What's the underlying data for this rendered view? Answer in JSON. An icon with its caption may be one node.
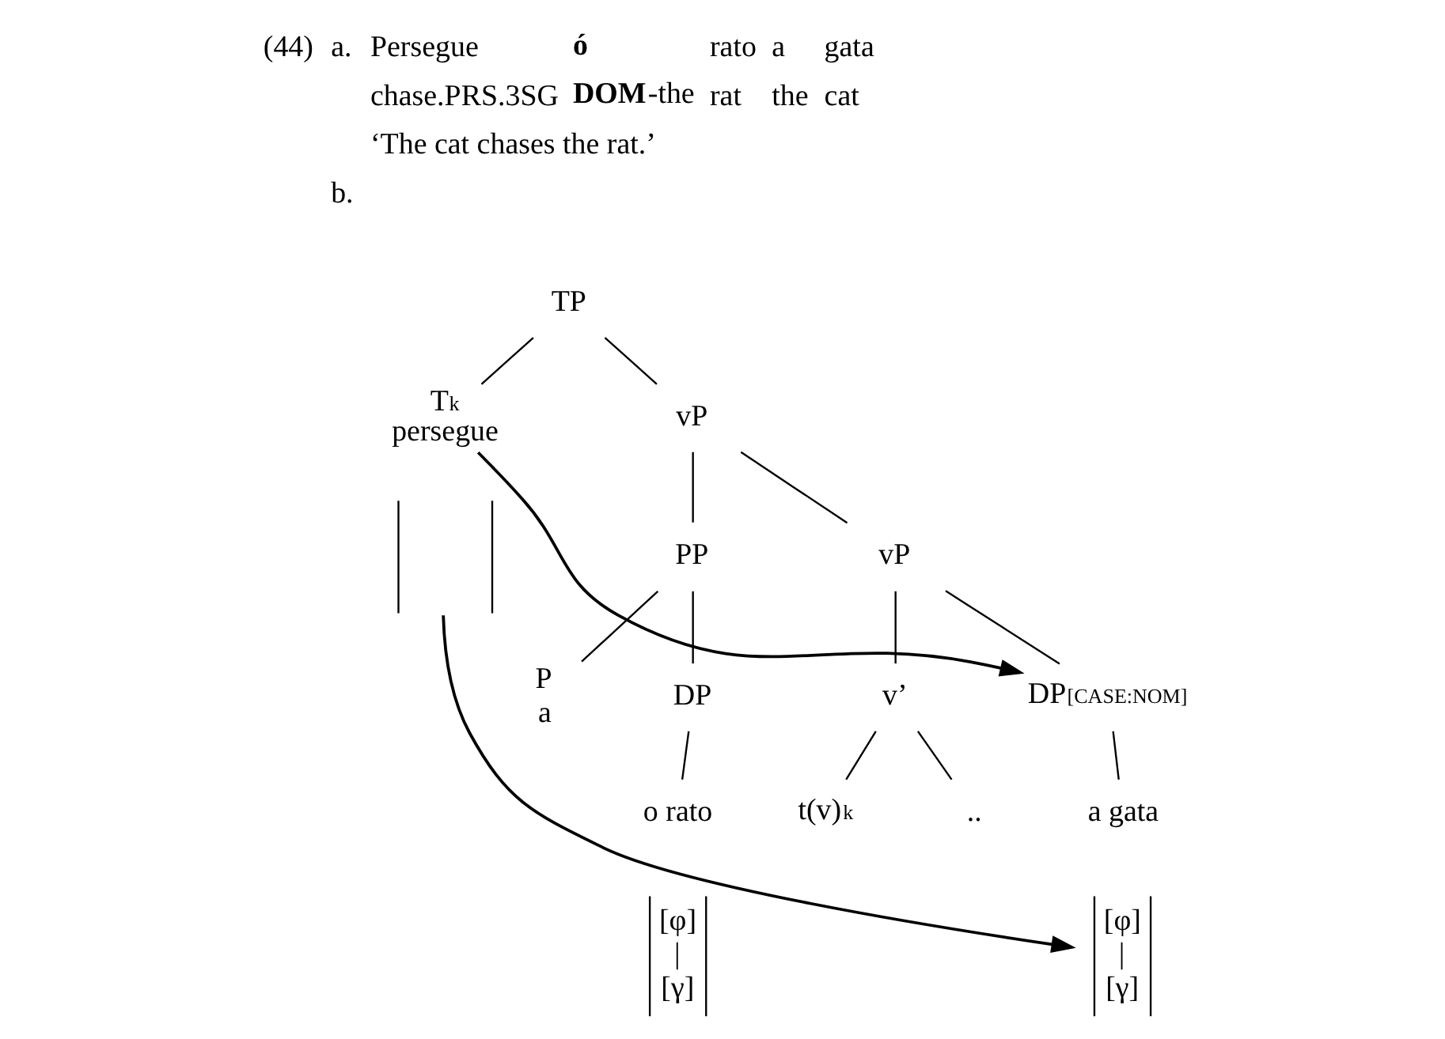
{
  "diagram": {
    "nodes": [
      {
        "text": [
          "TP"
        ]
      },
      {
        "text": [
          "T$_{k}$",
          "persegue"
        ]
      },
      {
        "text": [],
        "shape": "box"
      },
      {
        "text": [
          "vP"
        ]
      },
      {
        "text": [
          "PP"
        ]
      },
      {
        "text": [
          "vP"
        ]
      },
      {
        "text": [
          "P",
          "a"
        ]
      },
      {
        "text": [
          "DP"
        ]
      },
      {
        "text": [
          "DP$_{[CASE:NOM]}$"
        ]
      },
      {
        "text": [
          "v’"
        ]
      },
      {
        "text": [
          "o rato"
        ]
      },
      {
        "text": [
          "[φ]",
          "|",
          "[γ]"
        ]
      },
      {
        "text": [
          "a gata"
        ]
      },
      {
        "text": [
          "[φ]",
          "|",
          "[γ]"
        ]
      },
      {
        "text": [
          "t(v)$_{k}$"
        ]
      },
      {
        "text": [
          ".."
        ]
      }
    ],
    "edges": [
      {
        "from": 0,
        "to": 1,
        "arrow": "none"
      },
      {
        "from": 0,
        "to": 3,
        "arrow": "none"
      },
      {
        "from": 3,
        "to": 4,
        "arrow": "none"
      },
      {
        "from": 3,
        "to": 5,
        "arrow": "none"
      },
      {
        "from": 4,
        "to": 6,
        "arrow": "none"
      },
      {
        "from": 4,
        "to": 7,
        "arrow": "none"
      },
      {
        "from": 5,
        "to": 8,
        "arrow": "none"
      },
      {
        "from": 5,
        "to": 9,
        "arrow": "none"
      },
      {
        "from": 7,
        "to": 10,
        "arrow": "none"
      },
      {
        "from": 8,
        "to": 12,
        "arrow": "none"
      },
      {
        "from": 9,
        "to": 14,
        "arrow": "none"
      },
      {
        "from": 9,
        "to": 15,
        "arrow": "none"
      },
      {
        "from": 1,
        "to": 8,
        "arrow": "to"
      },
      {
        "from": 2,
        "to": 13,
        "arrow": "to"
      }
    ],
    "labels": [
      "(44)",
      "a.",
      "Persegue",
      "**ó**",
      "rato",
      "a",
      "gata",
      "chase.PRS.3SG",
      "**DOM**-the",
      "rat",
      "the",
      "cat",
      "‘The cat chases the rat.’",
      "b."
    ]
  }
}
